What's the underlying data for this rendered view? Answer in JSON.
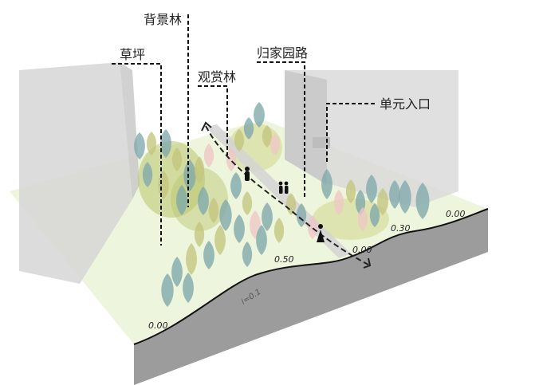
{
  "labels": {
    "background_forest": "背景林",
    "lawn": "草坪",
    "ornamental_forest": "观赏林",
    "home_path": "归家园路",
    "unit_entrance": "单元入口"
  },
  "elevations": {
    "front_left": "0.00",
    "mound": "0.50",
    "path_end": "0.00",
    "right_rise": "0.30",
    "far_right": "0.00"
  },
  "slope_label": "i=0.1",
  "colors": {
    "ground": "#eef5dd",
    "section": "#a9a9a9",
    "building": "#d7d7d7",
    "tree_teal": "#7fa8ab",
    "tree_olive": "#c3c57d",
    "tree_pink": "#f0c6c6",
    "shrub_mass": "#b9c46a",
    "path": "#d4d4d4"
  },
  "icons": {
    "person": "person-icon",
    "arrow": "path-arrow-icon"
  }
}
